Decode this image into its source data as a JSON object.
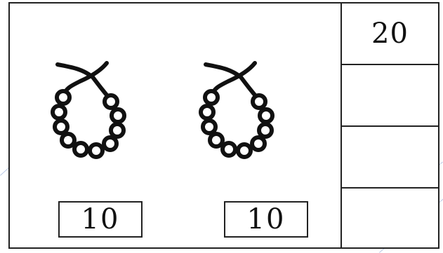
{
  "worksheet": {
    "items": [
      {
        "count": "10",
        "icon": "bead-necklace-icon"
      },
      {
        "count": "10",
        "icon": "bead-necklace-icon"
      }
    ],
    "side_column": [
      "20",
      "",
      "",
      ""
    ]
  },
  "colors": {
    "ink": "#111111",
    "guide": "#b9c8e6"
  }
}
